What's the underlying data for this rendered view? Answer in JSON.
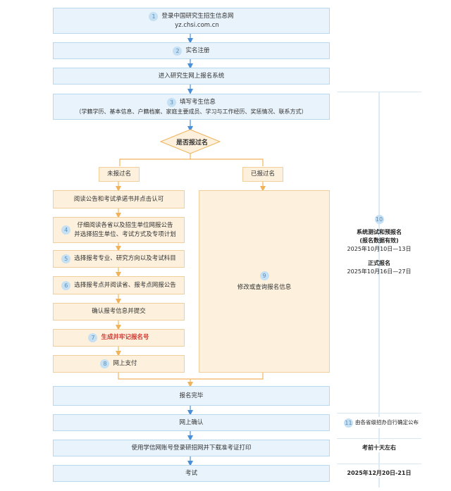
{
  "steps": {
    "s1": {
      "num": "1",
      "title": "登录中国研究生招生信息网",
      "url": "yz.chsi.com.cn"
    },
    "s2": {
      "num": "2",
      "title": "实名注册"
    },
    "s_enter": {
      "title": "进入研究生网上报名系统"
    },
    "s3": {
      "num": "3",
      "title": "填写考生信息",
      "detail": "（学籍学历、基本信息、户籍档案、家庭主要成员、学习与工作经历、奖惩情况、联系方式）"
    },
    "decision": {
      "title": "是否报过名"
    },
    "not_registered": {
      "title": "未报过名"
    },
    "registered": {
      "title": "已报过名"
    },
    "read_notice": {
      "title": "阅读公告和考试承诺书并点击认可"
    },
    "s4": {
      "num": "4",
      "line1": "仔细阅读各省以及招生单位网报公告",
      "line2": "并选择招生单位、考试方式及专项计划"
    },
    "s5": {
      "num": "5",
      "title": "选择报考专业、研究方向以及考试科目"
    },
    "s6": {
      "num": "6",
      "title": "选择报考点并阅读省、报考点网报公告"
    },
    "confirm": {
      "title": "确认报考信息并提交"
    },
    "s7": {
      "num": "7",
      "title": "生成并牢记报名号"
    },
    "s8": {
      "num": "8",
      "title": "网上支付"
    },
    "s9": {
      "num": "9",
      "title": "修改或查询报名信息"
    },
    "done": {
      "title": "报名完毕"
    },
    "online_confirm": {
      "title": "网上确认"
    },
    "print": {
      "title": "使用学信网账号登录研招网并下载准考证打印"
    },
    "exam": {
      "title": "考试"
    }
  },
  "side": {
    "s10": {
      "num": "10",
      "test_title": "系统测试和预报名",
      "test_note": "(报名数据有效)",
      "test_date": "2025年10月10日—13日",
      "formal_title": "正式报名",
      "formal_date": "2025年10月16日—27日"
    },
    "s11": {
      "num": "11",
      "text": "由各省级招办自行确定公布"
    },
    "print_time": "考前十天左右",
    "exam_date": "2025年12月20日-21日"
  },
  "colors": {
    "blue_fill": "#e8f3fb",
    "blue_border": "#b8d8ee",
    "orange_fill": "#fdf1dd",
    "orange_border": "#f0cf9a",
    "blue_arrow": "#4a90d9",
    "orange_arrow": "#f0b35a",
    "highlight_red": "#d9322c"
  }
}
